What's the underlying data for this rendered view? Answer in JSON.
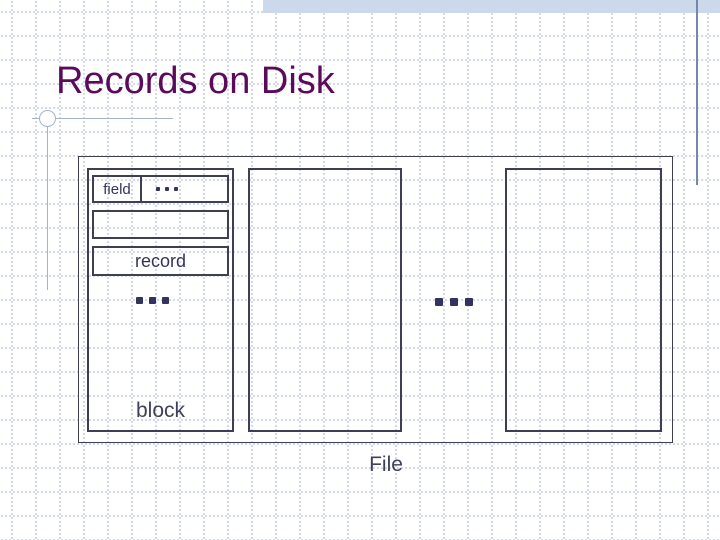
{
  "title": "Records on Disk",
  "diagram": {
    "field_label": "field",
    "record_label": "record",
    "block_label": "block",
    "file_label": "File",
    "ellipsis": "...",
    "icons": [
      "ellipsis-icon",
      "ellipsis-icon",
      "ellipsis-icon"
    ]
  },
  "colors": {
    "title": "#5b0b5b",
    "diagram_border": "#3e3e54",
    "label_text": "#333360",
    "caption_text": "#40405c",
    "decor_line": "#a3b3cc",
    "accent_line": "#7388ab",
    "top_band": "#ccd9ea",
    "grid_dot": "#cbd0e0"
  }
}
